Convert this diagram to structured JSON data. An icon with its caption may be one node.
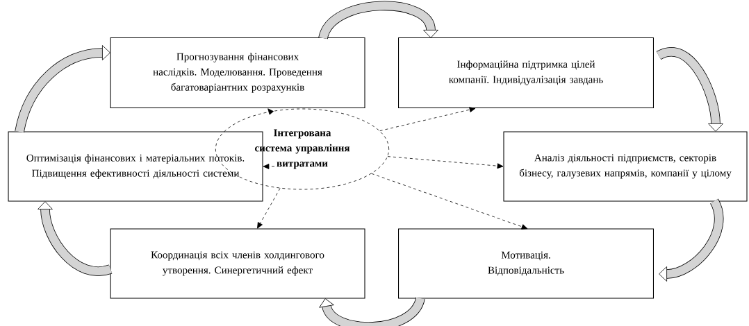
{
  "diagram": {
    "nodes": [
      {
        "text": [
          "Інтегрована система управління витратами"
        ]
      },
      {
        "text": [
          "Прогнозування фінансових наслідків. Моделювання. Проведення багатоваріантних розрахунків"
        ]
      },
      {
        "text": [
          "Інформаційна підтримка цілей компанії. Індивідуалізація завдань"
        ]
      },
      {
        "text": [
          "Оптимізація фінансових і матеріальних потоків. Підвищення ефективності діяльності системи"
        ]
      },
      {
        "text": [
          "Аналіз діяльності підприємств, секторів бізнесу, галузевих напрямів, компанії у цілому"
        ]
      },
      {
        "text": [
          "Координація всіх членів холдингового утворення. Синергетичний ефект"
        ]
      },
      {
        "text": [
          "Мотивація. Відповідальність"
        ]
      }
    ],
    "edges": [
      {
        "from": 0,
        "to": 1,
        "arrow": "to",
        "style": "dashed"
      },
      {
        "from": 0,
        "to": 2,
        "arrow": "to",
        "style": "dashed"
      },
      {
        "from": 0,
        "to": 3,
        "arrow": "to",
        "style": "dashed"
      },
      {
        "from": 0,
        "to": 4,
        "arrow": "to",
        "style": "dashed"
      },
      {
        "from": 0,
        "to": 5,
        "arrow": "to",
        "style": "dashed"
      },
      {
        "from": 0,
        "to": 6,
        "arrow": "to",
        "style": "dashed"
      },
      {
        "from": 1,
        "to": 2,
        "arrow": "to",
        "style": "thick"
      },
      {
        "from": 2,
        "to": 4,
        "arrow": "to",
        "style": "thick"
      },
      {
        "from": 4,
        "to": 6,
        "arrow": "to",
        "style": "thick"
      },
      {
        "from": 6,
        "to": 5,
        "arrow": "to",
        "style": "thick"
      },
      {
        "from": 5,
        "to": 3,
        "arrow": "to",
        "style": "thick"
      },
      {
        "from": 3,
        "to": 1,
        "arrow": "to",
        "style": "thick"
      }
    ]
  }
}
